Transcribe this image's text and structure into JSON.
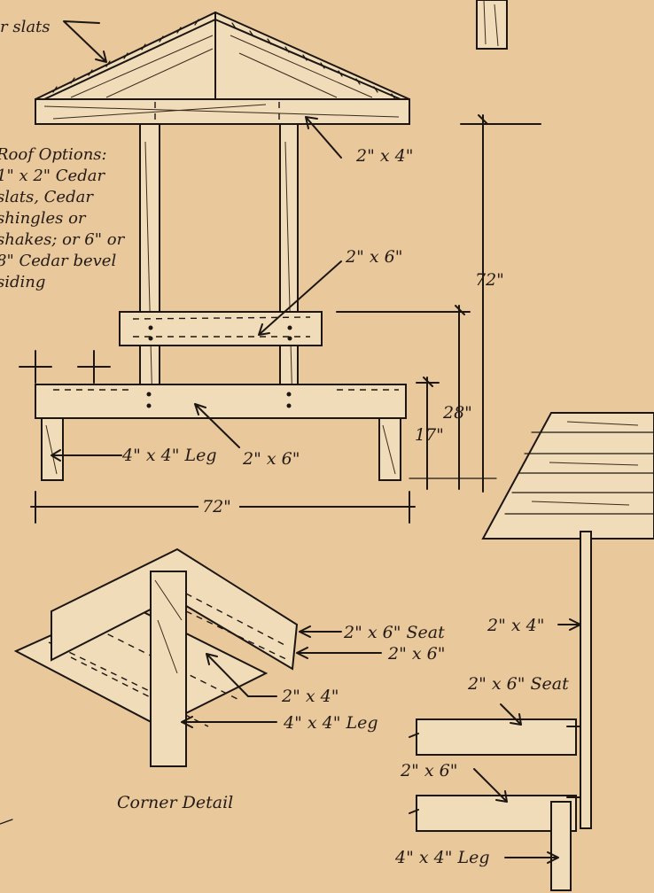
{
  "labels": {
    "cedar_slats": "r slats",
    "roof_options": [
      "Roof Options:",
      "1\" x 2\" Cedar",
      "slats, Cedar",
      "shingles or",
      "shakes; or 6\" or",
      "8\" Cedar bevel",
      "siding"
    ],
    "roof_2x4": "2\" x 4\"",
    "mid_2x6": "2\" x 6\"",
    "height_72": "72\"",
    "height_28": "28\"",
    "height_17": "17\"",
    "leg_4x4": "4\" x 4\" Leg",
    "base_2x6": "2\" x 6\"",
    "width_72": "72\"",
    "corner_seat": "2\" x 6\" Seat",
    "corner_2x6": "2\" x 6\"",
    "corner_2x4": "2\" x 4\"",
    "corner_leg": "4\" x 4\"  Leg",
    "corner_detail": "Corner Detail",
    "side_2x4": "2\" x 4\"",
    "side_seat": "2\" x 6\" Seat",
    "side_2x6": "2\" x 6\"",
    "side_leg": "4\" x 4\"  Leg"
  }
}
